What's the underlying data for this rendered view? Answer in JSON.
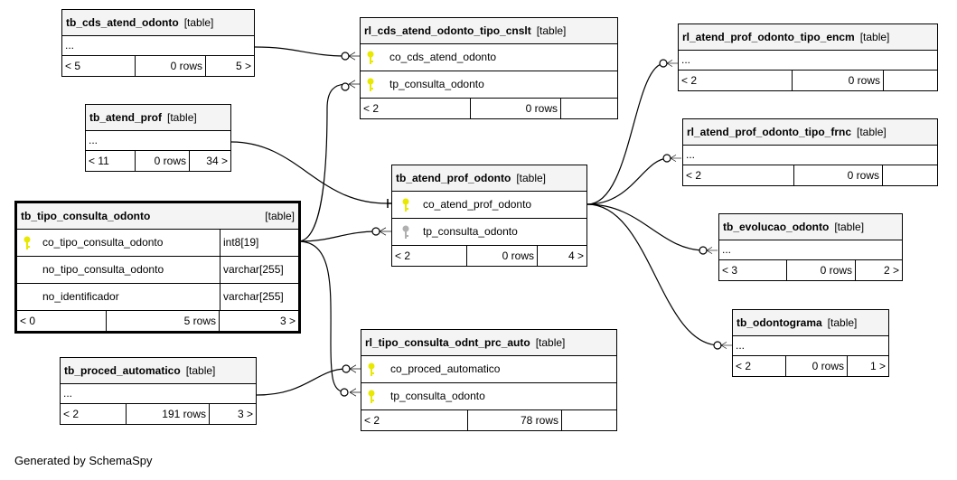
{
  "tables": {
    "cds_atend": {
      "name": "tb_cds_atend_odonto",
      "tag": "[table]",
      "ellipsis": "...",
      "parents": "< 5",
      "rows": "0 rows",
      "children": "5 >"
    },
    "atend_prof": {
      "name": "tb_atend_prof",
      "tag": "[table]",
      "ellipsis": "...",
      "parents": "< 11",
      "rows": "0 rows",
      "children": "34 >"
    },
    "tipo_consulta": {
      "name": "tb_tipo_consulta_odonto",
      "tag": "[table]",
      "columns": [
        {
          "name": "co_tipo_consulta_odonto",
          "type": "int8[19]"
        },
        {
          "name": "no_tipo_consulta_odonto",
          "type": "varchar[255]"
        },
        {
          "name": "no_identificador",
          "type": "varchar[255]"
        }
      ],
      "parents": "< 0",
      "rows": "5 rows",
      "children": "3 >"
    },
    "proced": {
      "name": "tb_proced_automatico",
      "tag": "[table]",
      "ellipsis": "...",
      "parents": "< 2",
      "rows": "191 rows",
      "children": "3 >"
    },
    "rl_cnslt": {
      "name": "rl_cds_atend_odonto_tipo_cnslt",
      "tag": "[table]",
      "columns": [
        {
          "name": "co_cds_atend_odonto"
        },
        {
          "name": "tp_consulta_odonto"
        }
      ],
      "parents": "< 2",
      "rows": "0 rows",
      "children": ""
    },
    "atend_prof_odonto": {
      "name": "tb_atend_prof_odonto",
      "tag": "[table]",
      "columns": [
        {
          "name": "co_atend_prof_odonto"
        },
        {
          "name": "tp_consulta_odonto"
        }
      ],
      "parents": "< 2",
      "rows": "0 rows",
      "children": "4 >"
    },
    "rl_prc_auto": {
      "name": "rl_tipo_consulta_odnt_prc_auto",
      "tag": "[table]",
      "columns": [
        {
          "name": "co_proced_automatico"
        },
        {
          "name": "tp_consulta_odonto"
        }
      ],
      "parents": "< 2",
      "rows": "78 rows",
      "children": ""
    },
    "rl_encm": {
      "name": "rl_atend_prof_odonto_tipo_encm",
      "tag": "[table]",
      "ellipsis": "...",
      "parents": "< 2",
      "rows": "0 rows",
      "children": ""
    },
    "rl_frnc": {
      "name": "rl_atend_prof_odonto_tipo_frnc",
      "tag": "[table]",
      "ellipsis": "...",
      "parents": "< 2",
      "rows": "0 rows",
      "children": ""
    },
    "evolucao": {
      "name": "tb_evolucao_odonto",
      "tag": "[table]",
      "ellipsis": "...",
      "parents": "< 3",
      "rows": "0 rows",
      "children": "2 >"
    },
    "odontograma": {
      "name": "tb_odontograma",
      "tag": "[table]",
      "ellipsis": "...",
      "parents": "< 2",
      "rows": "0 rows",
      "children": "1 >"
    }
  },
  "colors": {
    "primary_key": "#e8e800",
    "foreign_key_only": "#b0b0b0",
    "header_bg": "#f4f4f4"
  },
  "footer": {
    "generated": "Generated by SchemaSpy"
  }
}
